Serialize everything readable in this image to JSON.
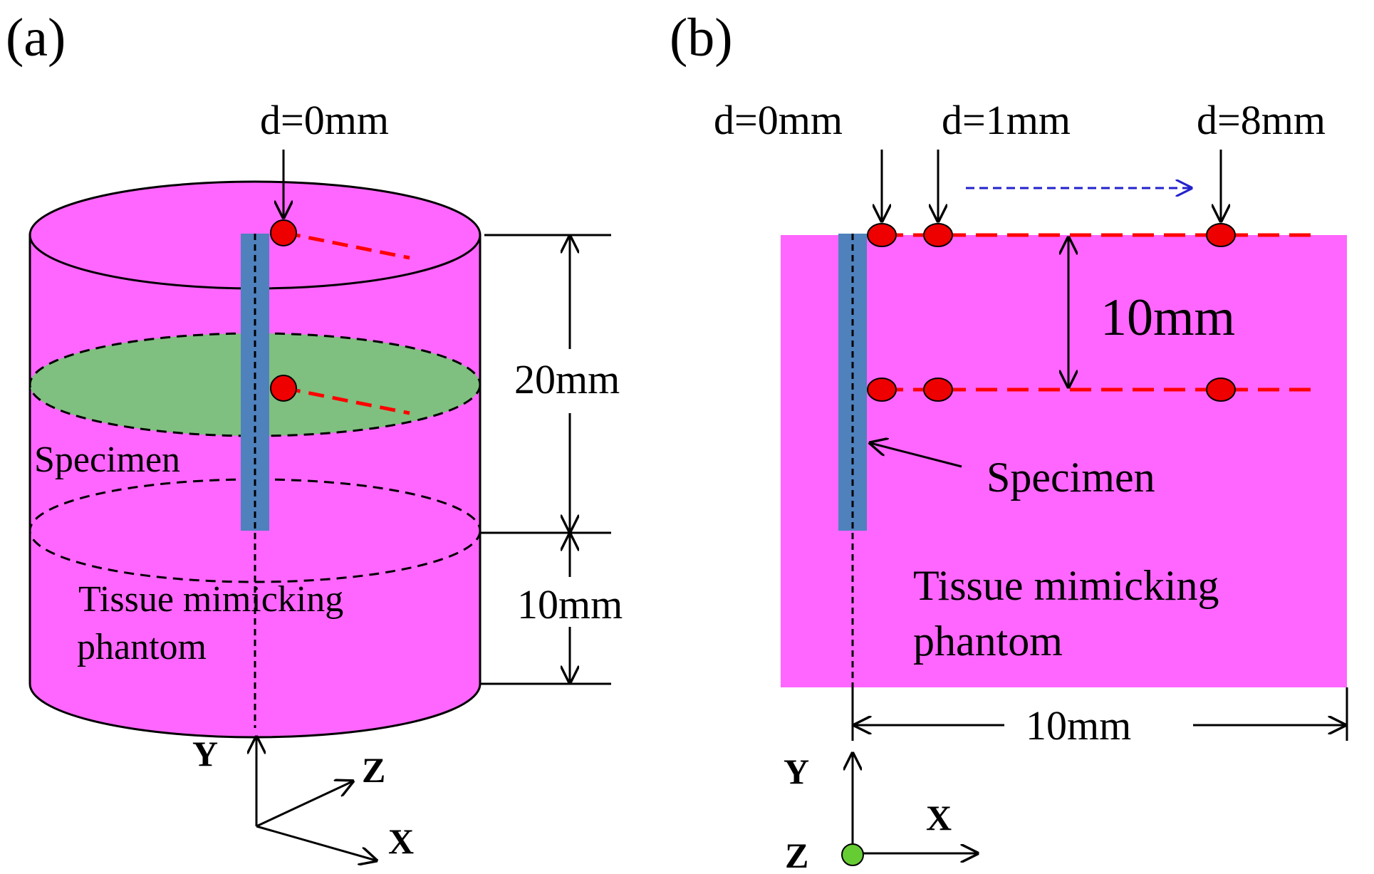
{
  "panel_a": {
    "label": "(a)",
    "marker_label": "d=0mm",
    "height_upper": "20mm",
    "height_lower": "10mm",
    "specimen_label": "Specimen",
    "phantom_label_1": "Tissue mimicking",
    "phantom_label_2": "phantom",
    "axis_y": "Y",
    "axis_z": "Z",
    "axis_x": "X"
  },
  "panel_b": {
    "label": "(b)",
    "marker_labels": [
      "d=0mm",
      "d=1mm",
      "d=8mm"
    ],
    "vertical_spacing": "10mm",
    "width_label": "10mm",
    "specimen_label": "Specimen",
    "phantom_label_1": "Tissue mimicking",
    "phantom_label_2": "phantom",
    "axis_y": "Y",
    "axis_x": "X",
    "axis_z": "Z"
  },
  "colors": {
    "phantom": "#ff66ff",
    "specimen_plane": "#7fbf7f",
    "specimen_rod": "#4f81bd",
    "marker": "#ee0000",
    "marker_line": "#ff0000",
    "direction_arrow": "#2222cc",
    "z_axis_dot": "#66cc33"
  }
}
